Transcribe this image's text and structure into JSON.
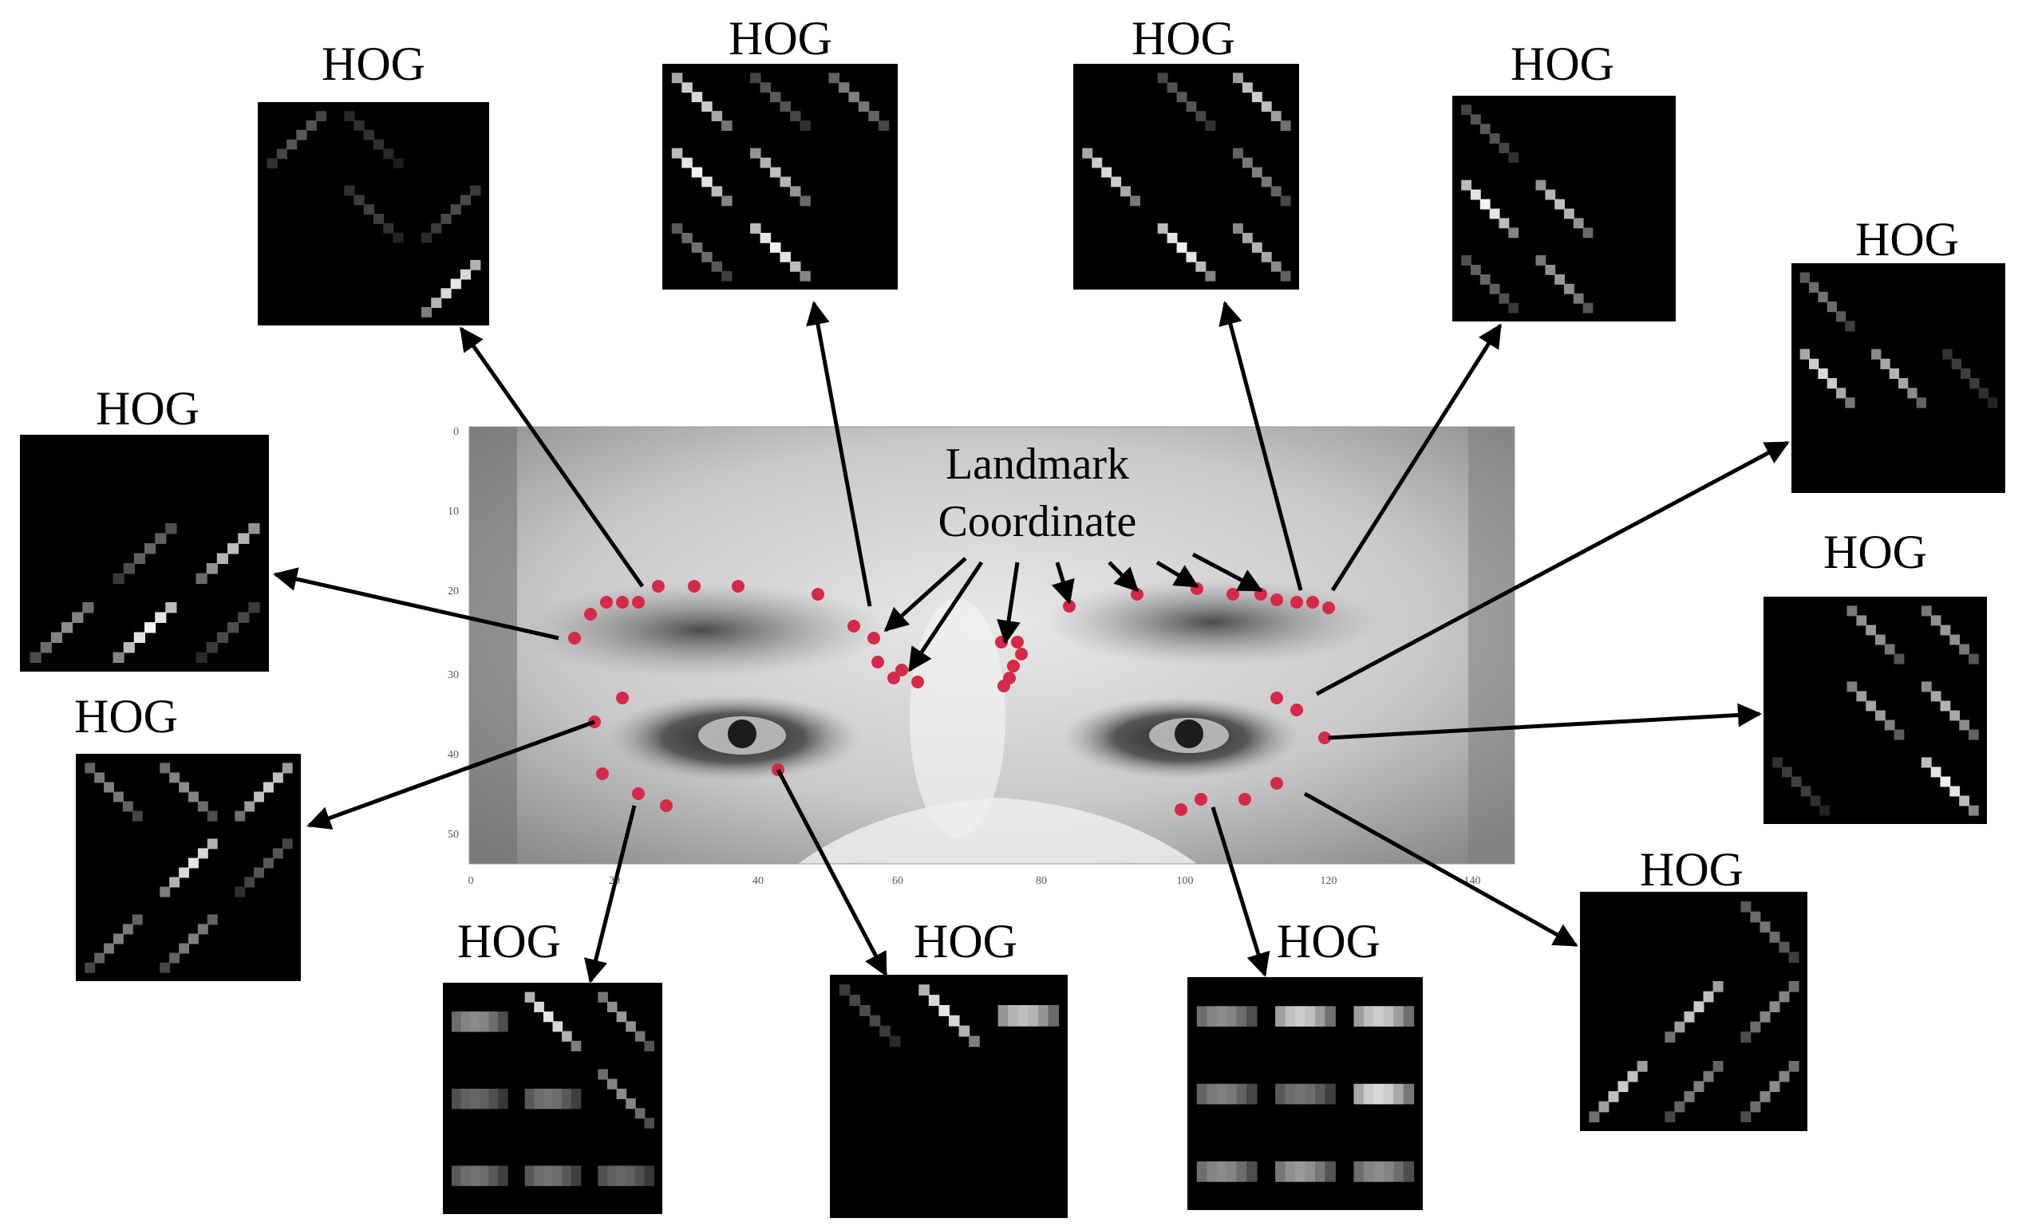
{
  "figure": {
    "center_label": "Landmark\nCoordinate",
    "center_label_lines": [
      "Landmark",
      "Coordinate"
    ],
    "hog_label": "HOG",
    "face_axis": {
      "x_ticks": [
        "0",
        "20",
        "40",
        "60",
        "80",
        "100",
        "120",
        "140"
      ],
      "y_ticks": [
        "0",
        "10",
        "20",
        "30",
        "40",
        "50"
      ]
    },
    "colors": {
      "landmark": "#d42a48",
      "arrow": "#000000",
      "hog_bg": "#000000",
      "hog_cell": "#ffffff"
    },
    "hog_panels": [
      {
        "id": "hog-top-left",
        "label": "HOG"
      },
      {
        "id": "hog-top-mid-left",
        "label": "HOG"
      },
      {
        "id": "hog-top-mid-right",
        "label": "HOG"
      },
      {
        "id": "hog-top-right",
        "label": "HOG"
      },
      {
        "id": "hog-right-upper",
        "label": "HOG"
      },
      {
        "id": "hog-left-upper",
        "label": "HOG"
      },
      {
        "id": "hog-right-middle",
        "label": "HOG"
      },
      {
        "id": "hog-left-lower",
        "label": "HOG"
      },
      {
        "id": "hog-right-lower",
        "label": "HOG"
      },
      {
        "id": "hog-bottom-left",
        "label": "HOG"
      },
      {
        "id": "hog-bottom-mid-left",
        "label": "HOG"
      },
      {
        "id": "hog-bottom-mid-right",
        "label": "HOG"
      }
    ]
  }
}
